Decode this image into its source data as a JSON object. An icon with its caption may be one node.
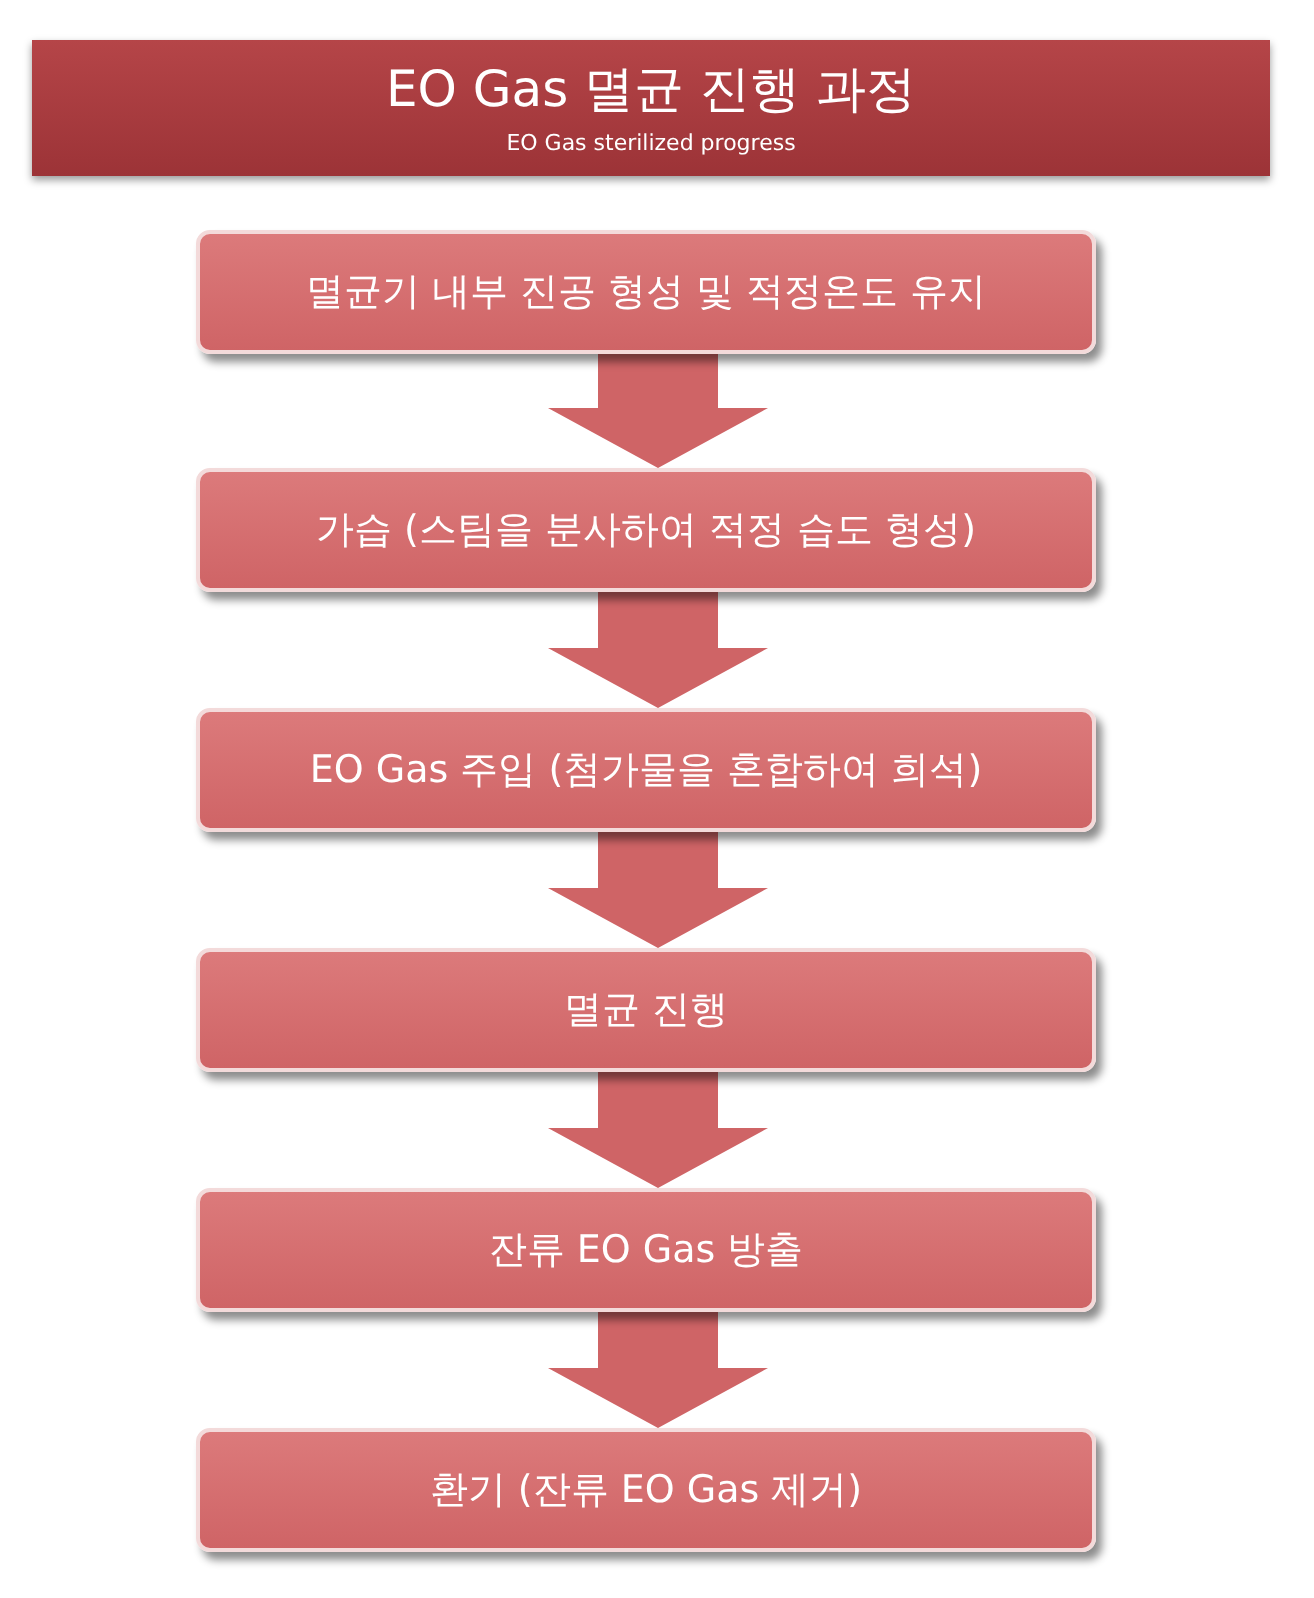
{
  "diagram": {
    "title": "EO Gas 멸균 진행 과정",
    "nodes": [
      {
        "text": [
          "멸균기 내부 진공 형성 및 적정온도 유지"
        ]
      },
      {
        "text": [
          "가습 (스팀을 분사하여 적정 습도 형성)"
        ]
      },
      {
        "text": [
          "EO Gas 주입 (첨가물을 혼합하여 희석)"
        ]
      },
      {
        "text": [
          "멸균 진행"
        ]
      },
      {
        "text": [
          "잔류 EO Gas 방출"
        ]
      },
      {
        "text": [
          "환기 (잔류 EO Gas 제거)"
        ]
      }
    ],
    "edges": [
      {
        "from": 0,
        "to": 1,
        "arrow": "to"
      },
      {
        "from": 1,
        "to": 2,
        "arrow": "to"
      },
      {
        "from": 2,
        "to": 3,
        "arrow": "to"
      },
      {
        "from": 3,
        "to": 4,
        "arrow": "to"
      },
      {
        "from": 4,
        "to": 5,
        "arrow": "to"
      }
    ],
    "labels": [
      "EO Gas sterilized progress"
    ]
  }
}
